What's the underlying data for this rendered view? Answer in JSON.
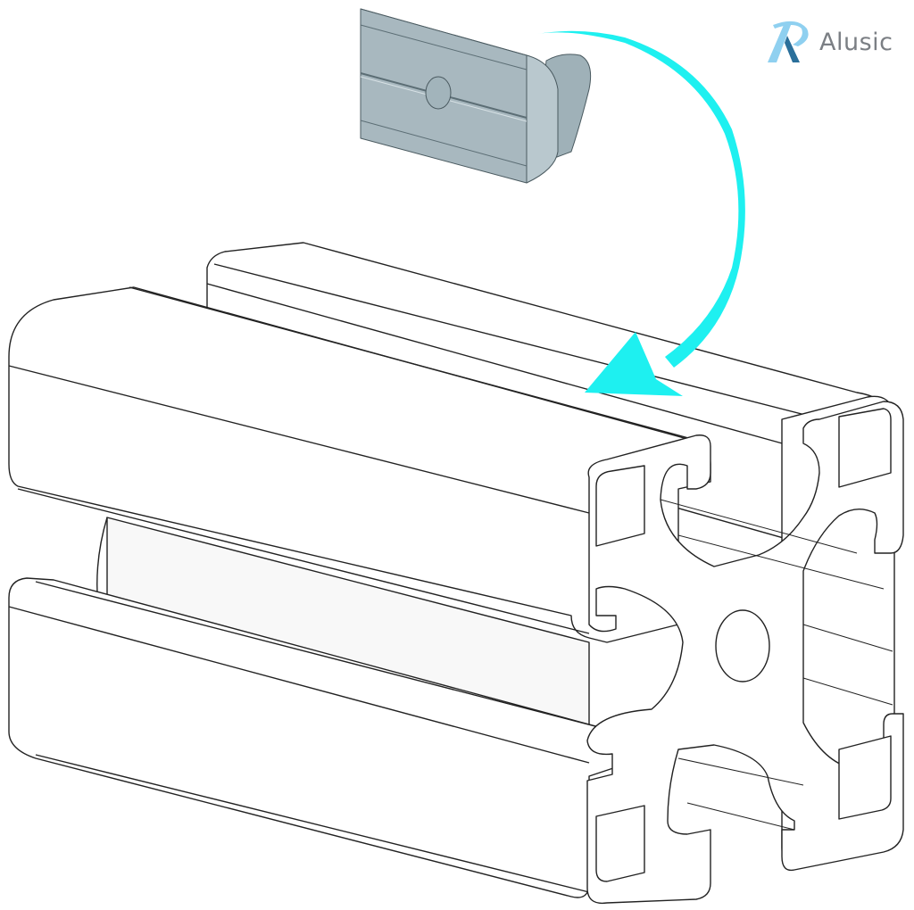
{
  "brand": {
    "name": "Alusic",
    "logo_mark": "A-arc-logo-icon",
    "colors": {
      "logo_light_blue": "#8fd0f0",
      "logo_dark_blue": "#2a6f9a",
      "logo_text": "#7b7f84"
    }
  },
  "illustration": {
    "subject": "aluminum T-slot extrusion profile with spring-loaded T-nut insertion",
    "parts": [
      {
        "name": "t-nut",
        "color": "#a9b9c0",
        "shade": "#8fa3ab"
      },
      {
        "name": "aluminum-profile",
        "color": "#ffffff",
        "outline": "#222222"
      }
    ],
    "arrow": {
      "direction": "clockwise-down-into-slot",
      "color": "#1ef0f0"
    }
  }
}
